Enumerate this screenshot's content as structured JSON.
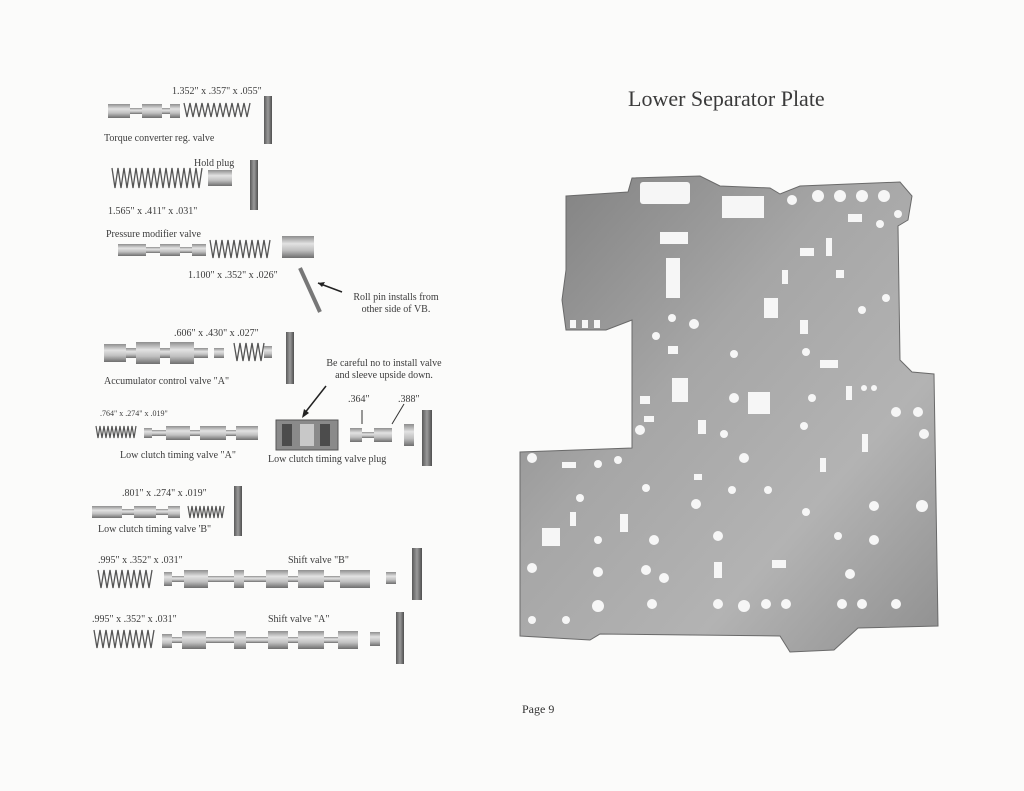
{
  "left_panel": {
    "labels": {
      "tcv_dims": "1.352\" x .357\" x .055\"",
      "tcv_name": "Torque converter reg. valve",
      "hold_plug": "Hold plug",
      "hold_dims": "1.565\" x .411\" x .031\"",
      "pm_name": "Pressure modifier valve",
      "pm_dims": "1.100\" x .352\" x .026\"",
      "roll_pin_line1": "Roll pin installs from",
      "roll_pin_line2": "other side of VB.",
      "acc_dims": ".606\" x .430\" x .027\"",
      "acc_name": "Accumulator control valve \"A\"",
      "careful_line1": "Be careful no to install valve",
      "careful_line2": "and sleeve upside down.",
      "dim_364": ".364\"",
      "dim_388": ".388\"",
      "lcta_dims": ".764\" x .274\" x .019\"",
      "lcta_name": "Low clutch timing valve \"A\"",
      "lct_plug": "Low clutch timing valve plug",
      "lctb_dims": ".801\" x .274\" x .019\"",
      "lctb_name": "Low clutch timing valve 'B\"",
      "svb_dims": ".995\" x .352\" x .031\"",
      "svb_name": "Shift valve \"B\"",
      "sva_dims": ".995\" x .352\" x .031\"",
      "sva_name": "Shift valve \"A\""
    }
  },
  "right_panel": {
    "title": "Lower Separator Plate"
  },
  "footer": {
    "page": "Page 9"
  },
  "colors": {
    "paper": "#fbfbfa",
    "metal_light": "#d6d6d6",
    "metal_mid": "#a9a9a9",
    "metal_dark": "#6a6a6a",
    "plate": "#9d9d9d"
  }
}
